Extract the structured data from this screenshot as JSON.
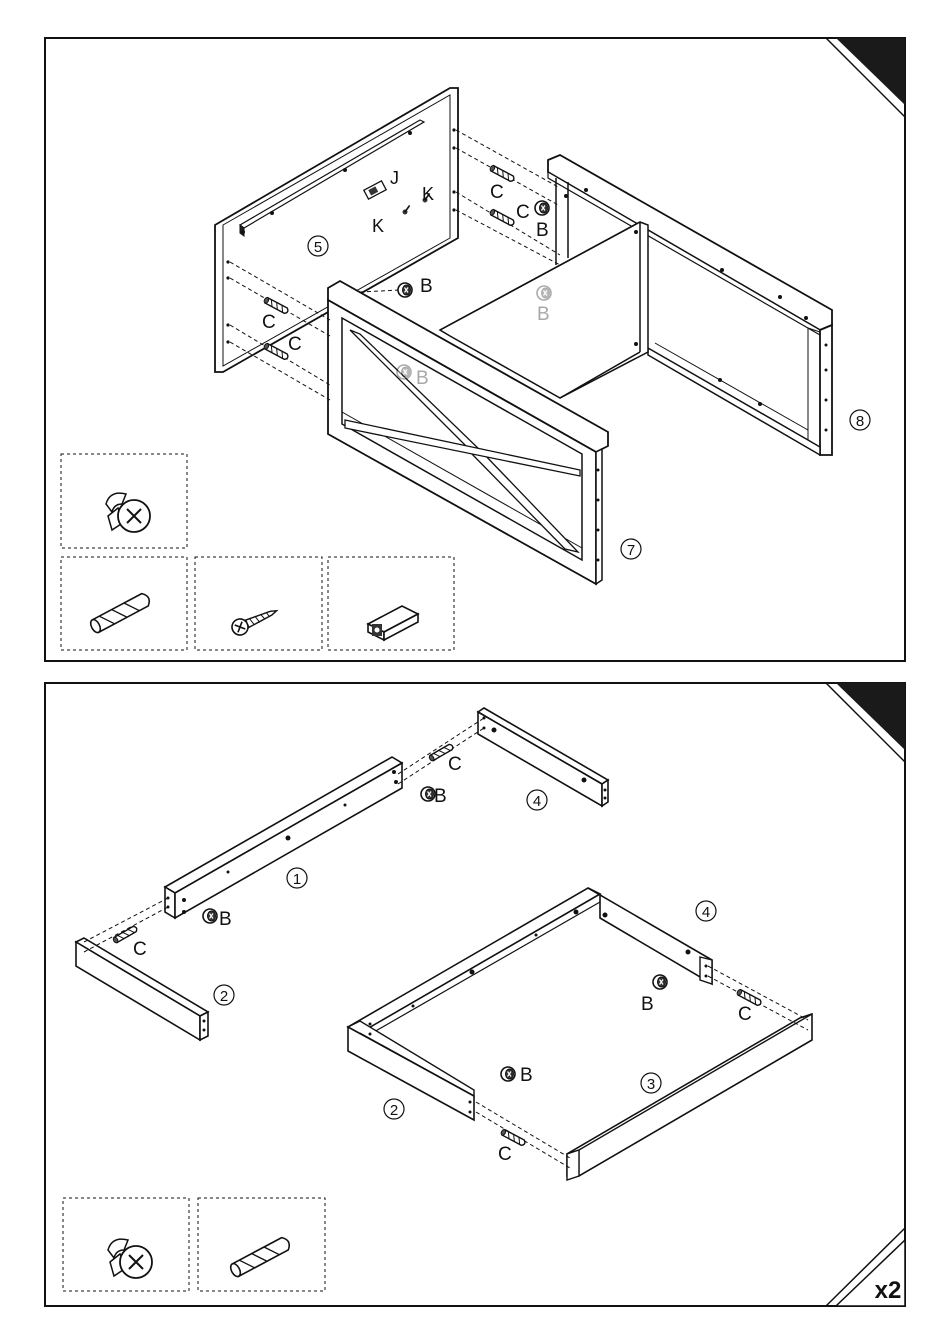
{
  "step_top": {
    "part_numbers": [
      "5",
      "7",
      "8"
    ],
    "labels": {
      "J": "J",
      "K_left": "K",
      "K_right": "K",
      "C_top": "C",
      "C_mid": "C",
      "B_right": "B",
      "B_center": "B",
      "B_ghost_back": "B",
      "B_ghost_front": "B",
      "C_left1": "C",
      "C_left2": "C"
    },
    "hardware_boxes": [
      "cam-lock-icon",
      "dowel-icon",
      "screw-icon",
      "magnet-catch-icon"
    ]
  },
  "step_bottom": {
    "part_numbers": [
      "1",
      "2",
      "4",
      "4",
      "2",
      "3"
    ],
    "labels": {
      "C_top": "C",
      "B_top": "B",
      "B_left": "B",
      "C_left": "C",
      "B_frame_right": "B",
      "C_frame_right": "C",
      "B_frame_front": "B",
      "C_frame_front": "C"
    },
    "hardware_boxes": [
      "cam-lock-icon",
      "dowel-icon"
    ],
    "quantity": "x2"
  },
  "colors": {
    "line": "#111111",
    "panel_fill": "#ffffff",
    "corner": "#1a1a1a",
    "ghost": "#a8a8a8"
  }
}
